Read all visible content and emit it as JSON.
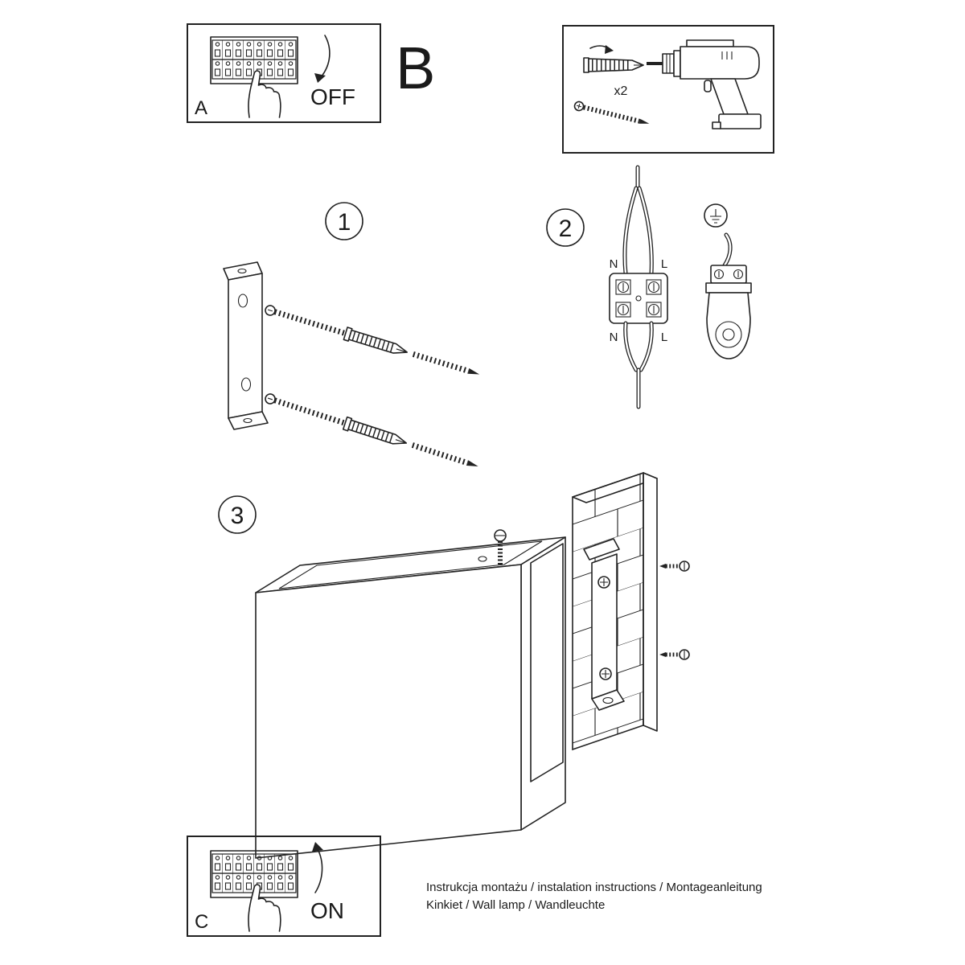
{
  "panel_a": {
    "label": "A",
    "switch_state": "OFF"
  },
  "section_b": {
    "label": "B"
  },
  "parts_box": {
    "quantity": "x2"
  },
  "steps": {
    "one": "1",
    "two": "2",
    "three": "3"
  },
  "wiring": {
    "top_n": "N",
    "top_l": "L",
    "bottom_n": "N",
    "bottom_l": "L"
  },
  "panel_c": {
    "label": "C",
    "switch_state": "ON"
  },
  "footer": {
    "line1": "Instrukcja montażu / instalation instructions / Montageanleitung",
    "line2": "Kinkiet / Wall lamp / Wandleuchte"
  }
}
